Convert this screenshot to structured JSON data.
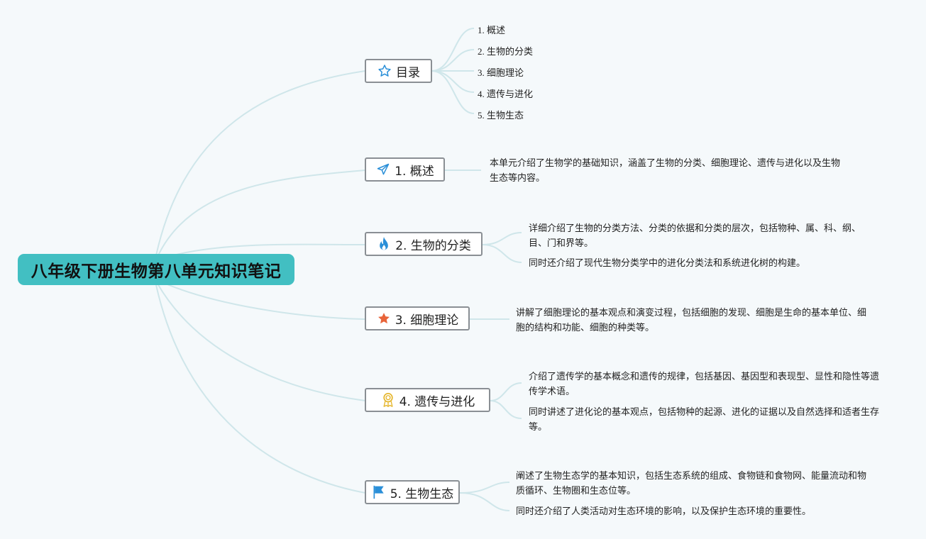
{
  "root": {
    "title": "八年级下册生物第八单元知识笔记"
  },
  "toc": {
    "label": "目录",
    "icon": "star-outline-icon",
    "items": [
      "1. 概述",
      "2. 生物的分类",
      "3. 细胞理论",
      "4. 遗传与进化",
      "5. 生物生态"
    ]
  },
  "branches": [
    {
      "label": "1. 概述",
      "icon": "paper-plane-icon",
      "notes": [
        "本单元介绍了生物学的基础知识，涵盖了生物的分类、细胞理论、遗传与进化以及生物生态等内容。"
      ]
    },
    {
      "label": "2. 生物的分类",
      "icon": "flame-icon",
      "notes": [
        "详细介绍了生物的分类方法、分类的依据和分类的层次，包括物种、属、科、纲、目、门和界等。",
        "同时还介绍了现代生物分类学中的进化分类法和系统进化树的构建。"
      ]
    },
    {
      "label": "3. 细胞理论",
      "icon": "star-filled-icon",
      "notes": [
        "讲解了细胞理论的基本观点和演变过程，包括细胞的发现、细胞是生命的基本单位、细胞的结构和功能、细胞的种类等。"
      ]
    },
    {
      "label": "4. 遗传与进化",
      "icon": "medal-icon",
      "notes": [
        "介绍了遗传学的基本概念和遗传的规律，包括基因、基因型和表现型、显性和隐性等遗传学术语。",
        "同时讲述了进化论的基本观点，包括物种的起源、进化的证据以及自然选择和适者生存等。"
      ]
    },
    {
      "label": "5. 生物生态",
      "icon": "flag-icon",
      "notes": [
        "阐述了生物生态学的基本知识，包括生态系统的组成、食物链和食物网、能量流动和物质循环、生物圈和生态位等。",
        "同时还介绍了人类活动对生态环境的影响，以及保护生态环境的重要性。"
      ]
    }
  ],
  "colors": {
    "root_fill": "#42bfc2",
    "link": "#cfe6ea",
    "node_border": "#8a8f94",
    "icon_blue": "#2a8fd8",
    "icon_orange": "#e8643a",
    "icon_gold": "#e5b52a"
  }
}
